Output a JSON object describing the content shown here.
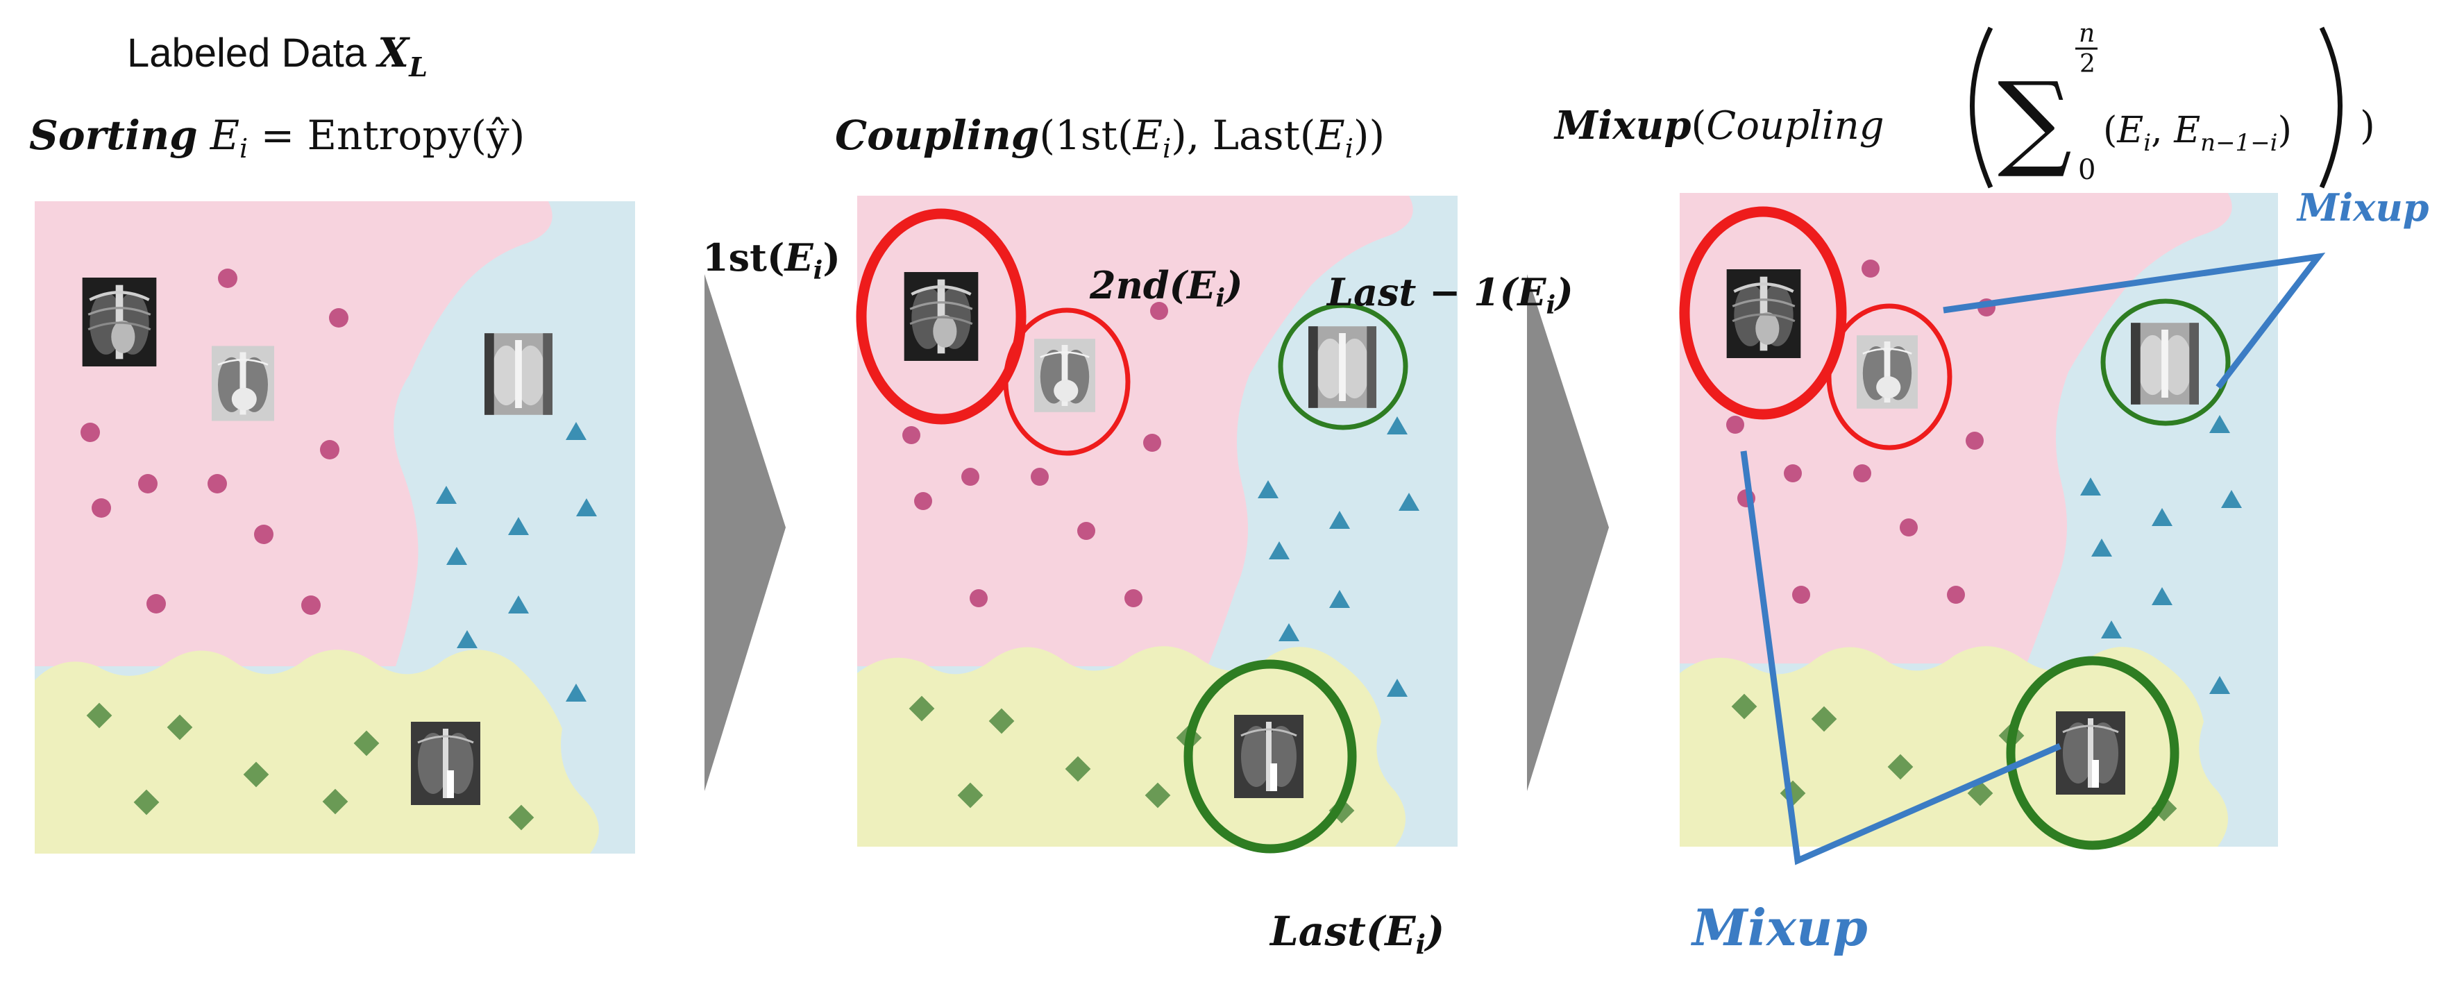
{
  "panel1": {
    "title_prefix": "Labeled Data ",
    "title_var": "X",
    "title_sub": "L",
    "sort_bold": "Sorting",
    "sort_var": "E",
    "sort_sub": "i",
    "sort_rest": " = Entropy(ŷ)"
  },
  "panel2": {
    "coupling_bold": "Coupling",
    "coupling_rest_1": "(1st(",
    "coupling_var_1": "E",
    "coupling_sub_1": "i",
    "coupling_rest_2": "), Last(",
    "coupling_var_2": "E",
    "coupling_sub_2": "i",
    "coupling_rest_3": "))",
    "first_label": "1st(",
    "first_var": "E",
    "first_sub": "i",
    "first_close": ")",
    "second_label": "2nd(",
    "second_var": "E",
    "second_sub": "i",
    "second_close": ")",
    "last1_label": "Last − 1(",
    "last1_var": "E",
    "last1_sub": "i",
    "last1_close": ")",
    "last_label": "Last(",
    "last_var": "E",
    "last_sub": "i",
    "last_close": ")"
  },
  "panel3": {
    "mixup_bold": "Mixup",
    "mixup_open": "(",
    "coupling_italic": "Coupling",
    "sum_symbol": "∑",
    "sum_upper_n": "n",
    "sum_upper_d": "2",
    "sum_lower": "0",
    "pair_open": "(",
    "pair_var1": "E",
    "pair_sub1": "i",
    "pair_comma": ", ",
    "pair_var2": "E",
    "pair_sub2": "n−1−i",
    "pair_close": ")",
    "mixup_close": ")",
    "mixup_label_top": "Mixup",
    "mixup_label_bottom": "Mixup"
  },
  "colors": {
    "pink_region": "#f7d3de",
    "blue_region": "#d4e8ef",
    "yellow_region": "#eef0bd",
    "dot": "#c25585",
    "triangle": "#3a8fb3",
    "diamond": "#6a9a55",
    "red_circle": "#ee1c1c",
    "green_circle": "#2e7d22",
    "mixup_blue": "#3b7cc4",
    "arrow_gray": "#8a8a8a"
  }
}
